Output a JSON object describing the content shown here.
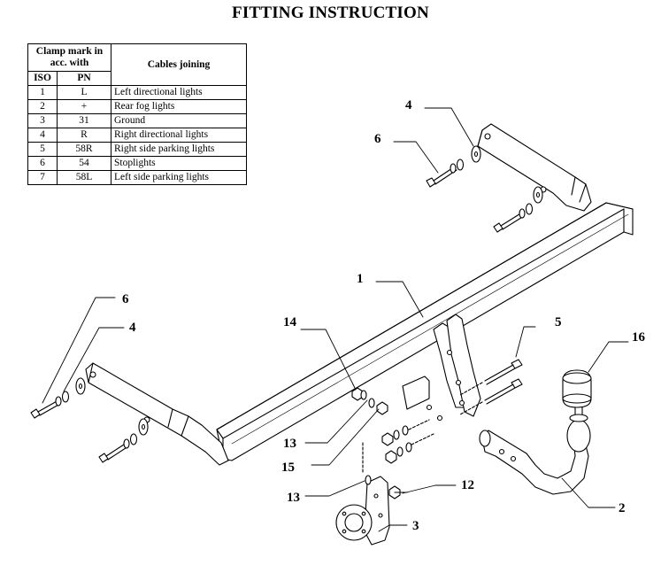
{
  "title": "FITTING INSTRUCTION",
  "table": {
    "header": {
      "clamp_mark": "Clamp mark in acc. with",
      "cables_joining": "Cables joining",
      "iso": "ISO",
      "pn": "PN"
    },
    "rows": [
      {
        "iso": "1",
        "pn": "L",
        "desc": "Left directional lights"
      },
      {
        "iso": "2",
        "pn": "+",
        "desc": "Rear fog lights"
      },
      {
        "iso": "3",
        "pn": "31",
        "desc": "Ground"
      },
      {
        "iso": "4",
        "pn": "R",
        "desc": "Right directional lights"
      },
      {
        "iso": "5",
        "pn": "58R",
        "desc": "Right side parking lights"
      },
      {
        "iso": "6",
        "pn": "54",
        "desc": "Stoplights"
      },
      {
        "iso": "7",
        "pn": "58L",
        "desc": "Left side parking lights"
      }
    ]
  },
  "callouts": {
    "c4_top": "4",
    "c6_top": "6",
    "c1": "1",
    "c6_left": "6",
    "c4_left": "4",
    "c14": "14",
    "c5": "5",
    "c16": "16",
    "c13_a": "13",
    "c15": "15",
    "c13_b": "13",
    "c12": "12",
    "c2": "2",
    "c3": "3"
  }
}
